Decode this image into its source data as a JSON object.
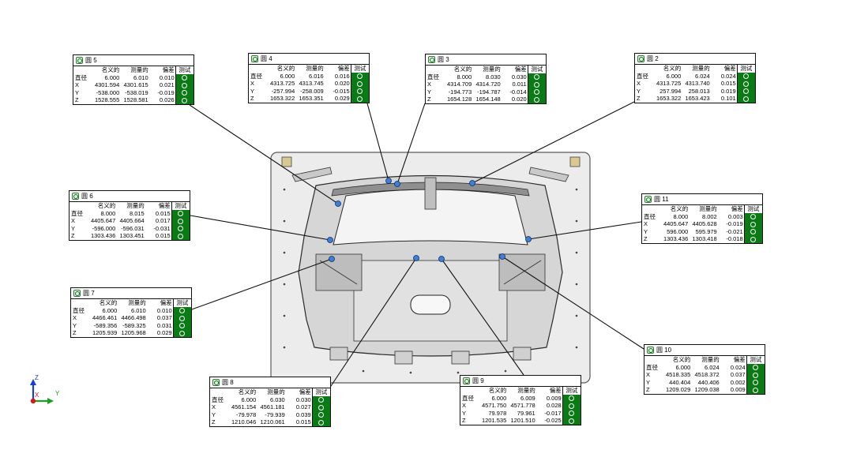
{
  "header_labels": {
    "nominal": "名义的",
    "measured": "测量的",
    "deviation": "偏差",
    "test": "测试"
  },
  "cards": [
    {
      "id": "5",
      "title": "圆 5",
      "rows": [
        {
          "label": "直径",
          "nominal": "6.000",
          "measured": "6.010",
          "deviation": "0.010"
        },
        {
          "label": "X",
          "nominal": "4301.594",
          "measured": "4301.615",
          "deviation": "0.021"
        },
        {
          "label": "Y",
          "nominal": "-538.000",
          "measured": "-538.019",
          "deviation": "-0.019"
        },
        {
          "label": "Z",
          "nominal": "1528.555",
          "measured": "1528.581",
          "deviation": "0.026"
        }
      ]
    },
    {
      "id": "4",
      "title": "圆 4",
      "rows": [
        {
          "label": "直径",
          "nominal": "6.000",
          "measured": "6.016",
          "deviation": "0.016"
        },
        {
          "label": "X",
          "nominal": "4313.725",
          "measured": "4313.745",
          "deviation": "0.020"
        },
        {
          "label": "Y",
          "nominal": "-257.994",
          "measured": "-258.009",
          "deviation": "-0.015"
        },
        {
          "label": "Z",
          "nominal": "1653.322",
          "measured": "1653.351",
          "deviation": "0.029"
        }
      ]
    },
    {
      "id": "3",
      "title": "圆 3",
      "rows": [
        {
          "label": "直径",
          "nominal": "8.000",
          "measured": "8.030",
          "deviation": "0.030"
        },
        {
          "label": "X",
          "nominal": "4314.709",
          "measured": "4314.720",
          "deviation": "0.011"
        },
        {
          "label": "Y",
          "nominal": "-194.773",
          "measured": "-194.787",
          "deviation": "-0.014"
        },
        {
          "label": "Z",
          "nominal": "1654.128",
          "measured": "1654.148",
          "deviation": "0.020"
        }
      ]
    },
    {
      "id": "2",
      "title": "圆 2",
      "rows": [
        {
          "label": "直径",
          "nominal": "6.000",
          "measured": "6.024",
          "deviation": "0.024"
        },
        {
          "label": "X",
          "nominal": "4313.725",
          "measured": "4313.740",
          "deviation": "0.015"
        },
        {
          "label": "Y",
          "nominal": "257.994",
          "measured": "258.013",
          "deviation": "0.019"
        },
        {
          "label": "Z",
          "nominal": "1653.322",
          "measured": "1653.423",
          "deviation": "0.101"
        }
      ]
    },
    {
      "id": "6",
      "title": "圆 6",
      "rows": [
        {
          "label": "直径",
          "nominal": "8.000",
          "measured": "8.015",
          "deviation": "0.015"
        },
        {
          "label": "X",
          "nominal": "4405.647",
          "measured": "4405.664",
          "deviation": "0.017"
        },
        {
          "label": "Y",
          "nominal": "-596.000",
          "measured": "-596.031",
          "deviation": "-0.031"
        },
        {
          "label": "Z",
          "nominal": "1303.436",
          "measured": "1303.451",
          "deviation": "0.015"
        }
      ]
    },
    {
      "id": "11",
      "title": "圆 11",
      "rows": [
        {
          "label": "直径",
          "nominal": "8.000",
          "measured": "8.002",
          "deviation": "0.003"
        },
        {
          "label": "X",
          "nominal": "4405.647",
          "measured": "4405.628",
          "deviation": "-0.019"
        },
        {
          "label": "Y",
          "nominal": "596.000",
          "measured": "595.979",
          "deviation": "-0.021"
        },
        {
          "label": "Z",
          "nominal": "1303.436",
          "measured": "1303.418",
          "deviation": "-0.018"
        }
      ]
    },
    {
      "id": "7",
      "title": "圆 7",
      "rows": [
        {
          "label": "直径",
          "nominal": "6.000",
          "measured": "6.010",
          "deviation": "0.010"
        },
        {
          "label": "X",
          "nominal": "4466.461",
          "measured": "4466.498",
          "deviation": "0.037"
        },
        {
          "label": "Y",
          "nominal": "-589.356",
          "measured": "-589.325",
          "deviation": "0.031"
        },
        {
          "label": "Z",
          "nominal": "1205.939",
          "measured": "1205.968",
          "deviation": "0.029"
        }
      ]
    },
    {
      "id": "10",
      "title": "圆 10",
      "rows": [
        {
          "label": "直径",
          "nominal": "6.000",
          "measured": "6.024",
          "deviation": "0.024"
        },
        {
          "label": "X",
          "nominal": "4518.335",
          "measured": "4518.372",
          "deviation": "0.037"
        },
        {
          "label": "Y",
          "nominal": "440.404",
          "measured": "440.406",
          "deviation": "0.002"
        },
        {
          "label": "Z",
          "nominal": "1209.029",
          "measured": "1209.038",
          "deviation": "0.009"
        }
      ]
    },
    {
      "id": "8",
      "title": "圆 8",
      "rows": [
        {
          "label": "直径",
          "nominal": "6.000",
          "measured": "6.030",
          "deviation": "0.030"
        },
        {
          "label": "X",
          "nominal": "4561.154",
          "measured": "4561.181",
          "deviation": "0.027"
        },
        {
          "label": "Y",
          "nominal": "-79.978",
          "measured": "-79.939",
          "deviation": "0.039"
        },
        {
          "label": "Z",
          "nominal": "1210.046",
          "measured": "1210.061",
          "deviation": "0.015"
        }
      ]
    },
    {
      "id": "9",
      "title": "圆 9",
      "rows": [
        {
          "label": "直径",
          "nominal": "6.000",
          "measured": "6.009",
          "deviation": "0.009"
        },
        {
          "label": "X",
          "nominal": "4571.750",
          "measured": "4571.778",
          "deviation": "0.028"
        },
        {
          "label": "Y",
          "nominal": "79.978",
          "measured": "79.961",
          "deviation": "-0.017"
        },
        {
          "label": "Z",
          "nominal": "1201.535",
          "measured": "1201.510",
          "deviation": "-0.025"
        }
      ]
    }
  ],
  "axes": {
    "x_label": "X",
    "y_label": "Y",
    "z_label": "Z"
  },
  "colors": {
    "pass": "#0a7a14",
    "axis_x": "#d11a1a",
    "axis_y": "#1aa01a",
    "axis_z": "#1a3fd1",
    "fixture_plate": "#ececec"
  }
}
